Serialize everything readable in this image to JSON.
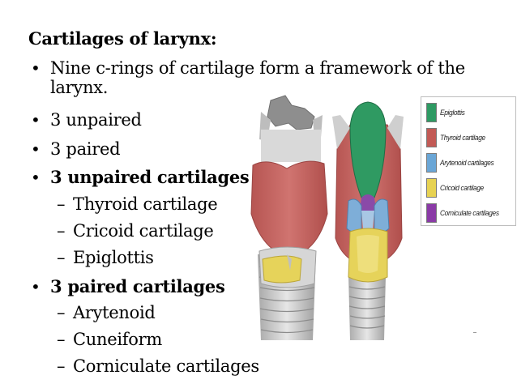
{
  "slide": {
    "title": "Cartilages of larynx:",
    "bullets": [
      {
        "text": "Nine c-rings of  cartilage form a framework of the",
        "continuation": "larynx."
      },
      {
        "text": "3 unpaired"
      },
      {
        "text": "3 paired"
      },
      {
        "text": "3 unpaired cartilages",
        "bold": true,
        "subitems": [
          "Thyroid cartilage",
          "Cricoid cartilage",
          "Epiglottis"
        ]
      },
      {
        "text": "3 paired cartilages",
        "bold": true,
        "subitems": [
          "Arytenoid",
          "Cuneiform",
          "Corniculate cartilages"
        ]
      }
    ],
    "bullet_glyph": "•",
    "dash_glyph": "–"
  },
  "legend": {
    "items": [
      {
        "label": "Epiglottis",
        "color": "#2e9a63"
      },
      {
        "label": "Thyroid cartilage",
        "color": "#c25a55"
      },
      {
        "label": "Arytenoid cartilages",
        "color": "#6aa6d6"
      },
      {
        "label": "Cricoid cartilage",
        "color": "#e7d252"
      },
      {
        "label": "Corniculate cartilages",
        "color": "#8a3aa6"
      }
    ]
  },
  "colors": {
    "thyroid": "#c9625f",
    "epiglottis": "#2f9a62",
    "arytenoid": "#7eaed8",
    "cricoid": "#e6d35a",
    "corniculate": "#8a4aa8",
    "trachea": "#c9c9c9",
    "hyoid": "#8a8a8a"
  }
}
